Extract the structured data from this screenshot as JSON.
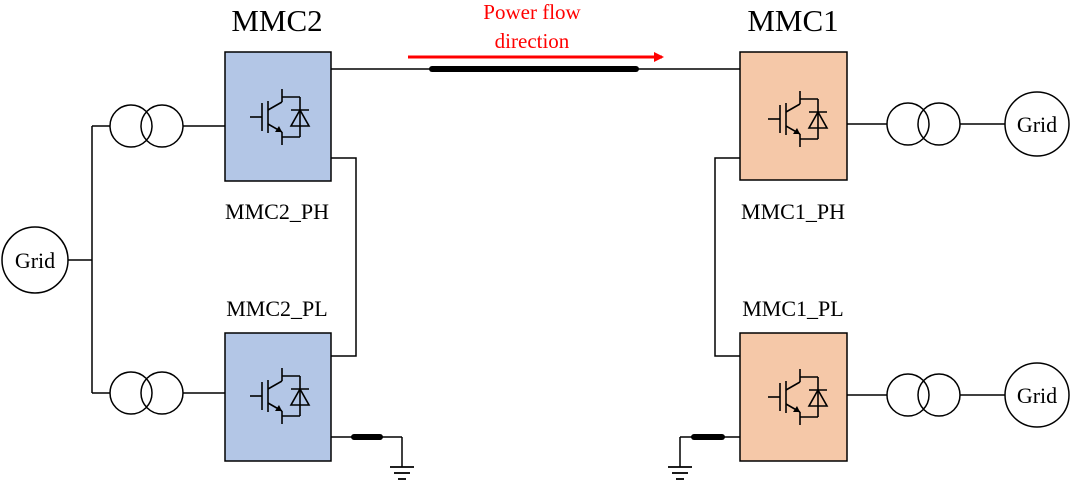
{
  "titles": {
    "mmc2": "MMC2",
    "mmc1": "MMC1"
  },
  "power_flow": {
    "line1": "Power flow",
    "line2": "direction",
    "color": "#ff0000"
  },
  "converters": {
    "mmc2_ph": "MMC2_PH",
    "mmc2_pl": "MMC2_PL",
    "mmc1_ph": "MMC1_PH",
    "mmc1_pl": "MMC1_PL"
  },
  "grids": {
    "left": "Grid",
    "right_top": "Grid",
    "right_bottom": "Grid"
  },
  "colors": {
    "mmc2_fill": "#b3c6e6",
    "mmc1_fill": "#f5c8a8",
    "line": "#000000",
    "cable": "#000000"
  }
}
